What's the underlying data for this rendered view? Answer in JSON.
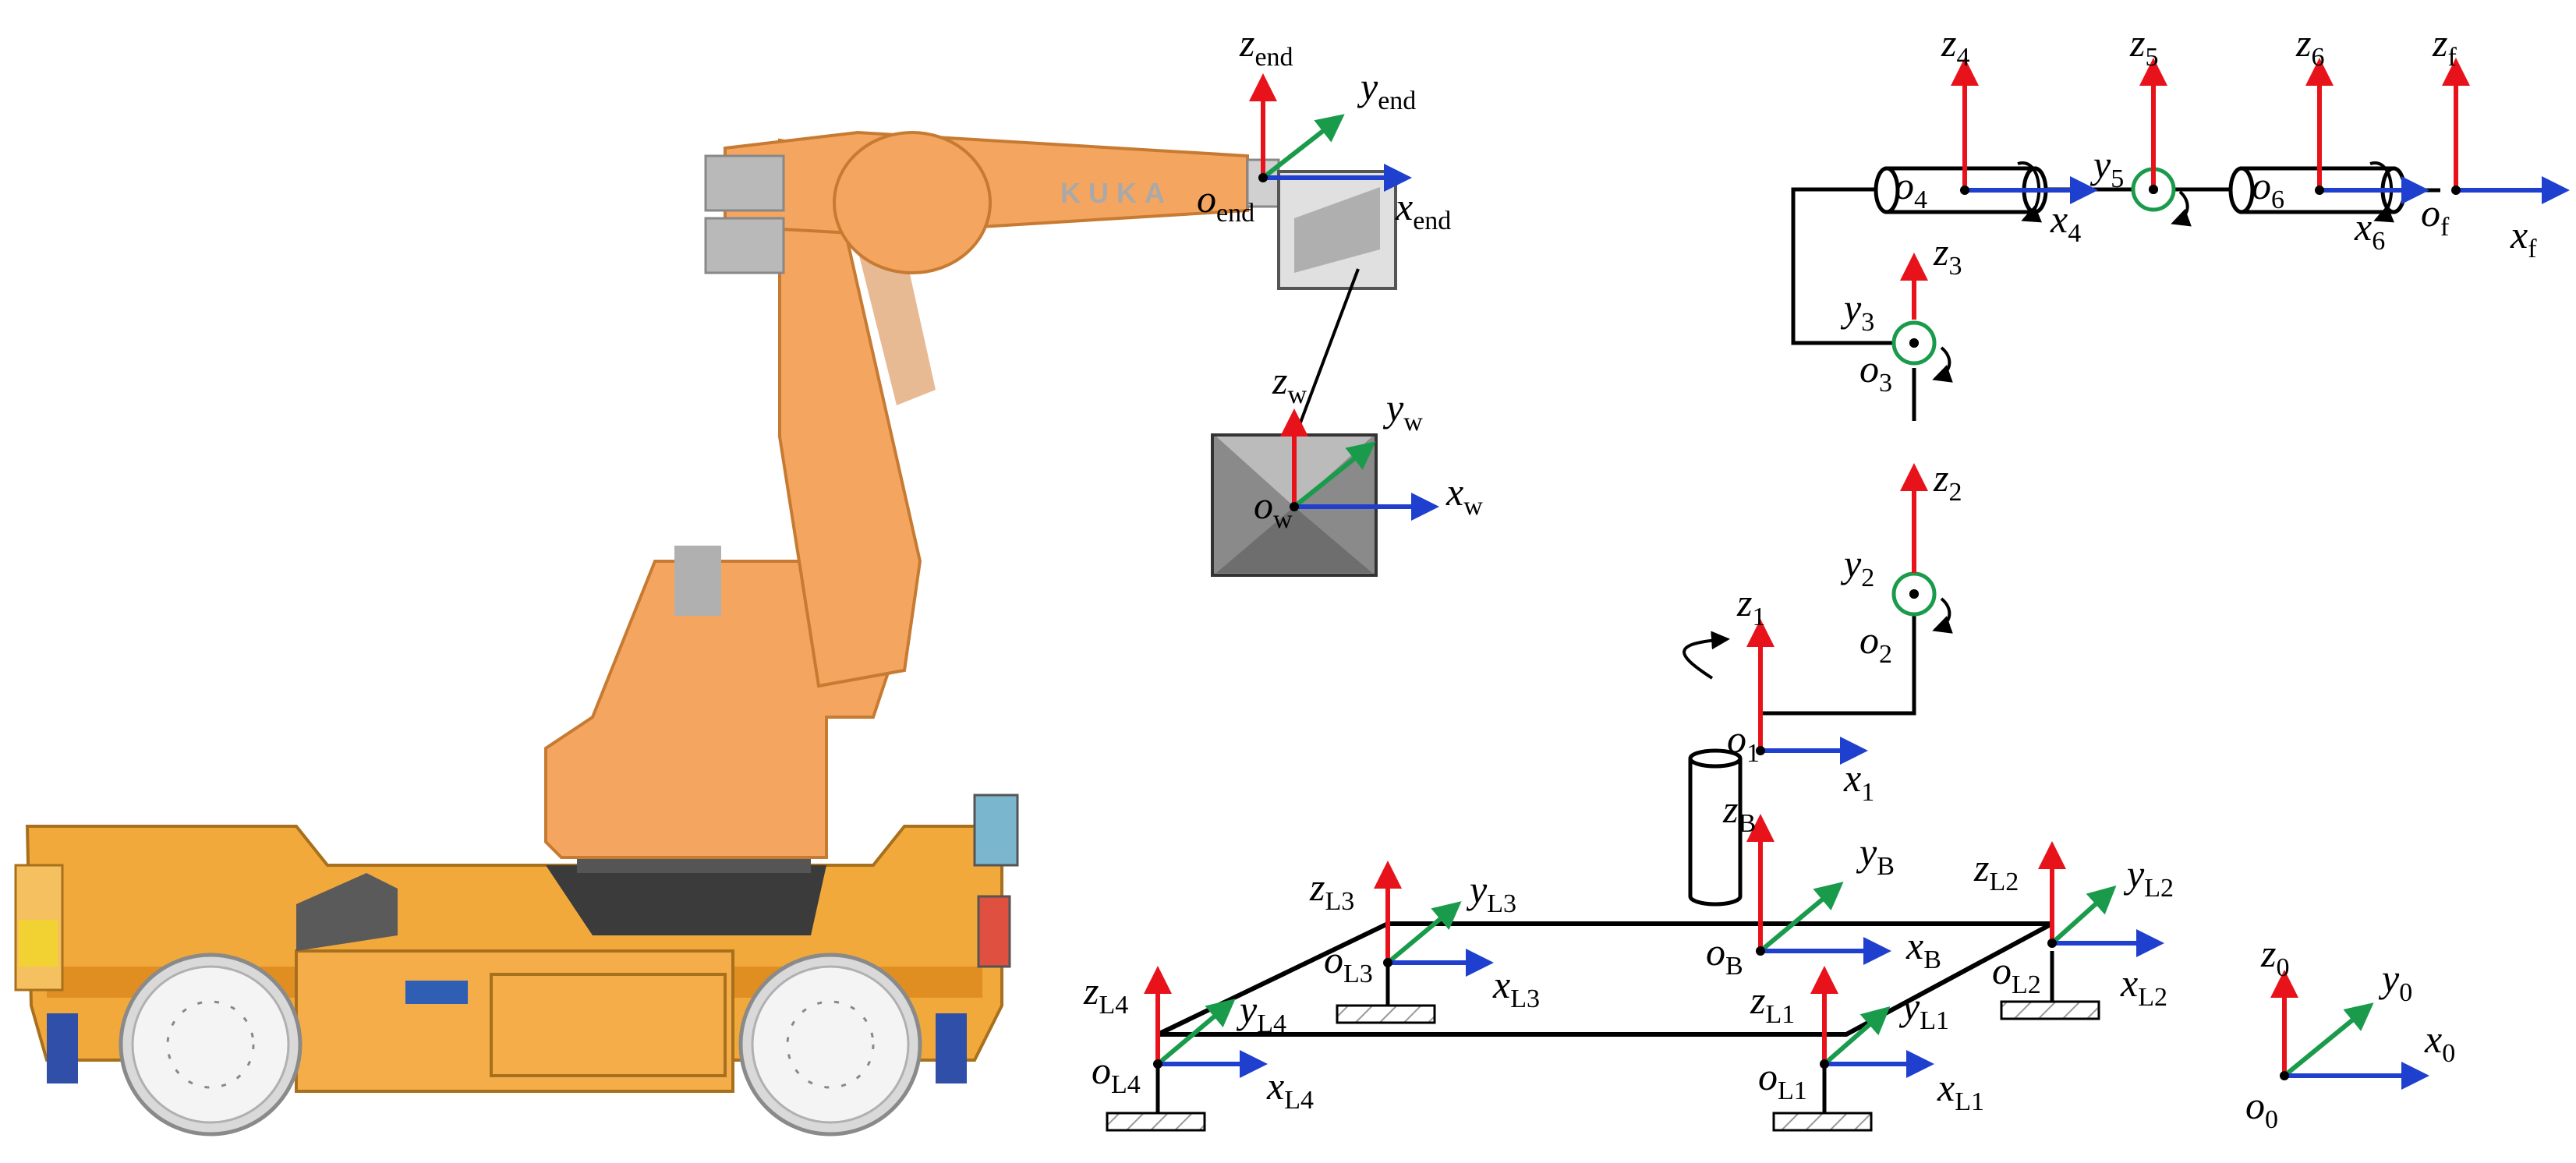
{
  "colors": {
    "z_axis": "#e8121b",
    "y_axis": "#1a9b4b",
    "x_axis": "#1f3fce",
    "link": "#000000",
    "robot_orange": "#f4a660",
    "robot_orange_dark": "#d4813a",
    "vehicle_yellow": "#f2a93b",
    "wheel_white": "#f4f4f4",
    "grey": "#b9b9b9"
  },
  "robot": {
    "brand": "KUKA"
  },
  "frames": [
    {
      "id": "end",
      "z": "z",
      "zs": "end",
      "y": "y",
      "ys": "end",
      "x": "x",
      "xs": "end",
      "o": "o",
      "os": "end"
    },
    {
      "id": "w",
      "z": "z",
      "zs": "w",
      "y": "y",
      "ys": "w",
      "x": "x",
      "xs": "w",
      "o": "o",
      "os": "w"
    },
    {
      "id": "4",
      "z": "z",
      "zs": "4",
      "x": "x",
      "xs": "4",
      "o": "o",
      "os": "4"
    },
    {
      "id": "5",
      "z": "z",
      "zs": "5",
      "y": "y",
      "ys": "5"
    },
    {
      "id": "6",
      "z": "z",
      "zs": "6",
      "x": "x",
      "xs": "6",
      "o": "o",
      "os": "6"
    },
    {
      "id": "f",
      "z": "z",
      "zs": "f",
      "x": "x",
      "xs": "f",
      "o": "o",
      "os": "f"
    },
    {
      "id": "3",
      "z": "z",
      "zs": "3",
      "y": "y",
      "ys": "3",
      "o": "o",
      "os": "3"
    },
    {
      "id": "2",
      "z": "z",
      "zs": "2",
      "y": "y",
      "ys": "2",
      "o": "o",
      "os": "2"
    },
    {
      "id": "1",
      "z": "z",
      "zs": "1",
      "x": "x",
      "xs": "1",
      "o": "o",
      "os": "1"
    },
    {
      "id": "B",
      "z": "z",
      "zs": "B",
      "y": "y",
      "ys": "B",
      "x": "x",
      "xs": "B",
      "o": "o",
      "os": "B"
    },
    {
      "id": "L3",
      "z": "z",
      "zs": "L3",
      "y": "y",
      "ys": "L3",
      "x": "x",
      "xs": "L3",
      "o": "o",
      "os": "L3"
    },
    {
      "id": "L2",
      "z": "z",
      "zs": "L2",
      "y": "y",
      "ys": "L2",
      "x": "x",
      "xs": "L2",
      "o": "o",
      "os": "L2"
    },
    {
      "id": "L4",
      "z": "z",
      "zs": "L4",
      "y": "y",
      "ys": "L4",
      "x": "x",
      "xs": "L4",
      "o": "o",
      "os": "L4"
    },
    {
      "id": "L1",
      "z": "z",
      "zs": "L1",
      "y": "y",
      "ys": "L1",
      "x": "x",
      "xs": "L1",
      "o": "o",
      "os": "L1"
    },
    {
      "id": "0",
      "z": "z",
      "zs": "0",
      "y": "y",
      "ys": "0",
      "x": "x",
      "xs": "0",
      "o": "o",
      "os": "0"
    }
  ]
}
